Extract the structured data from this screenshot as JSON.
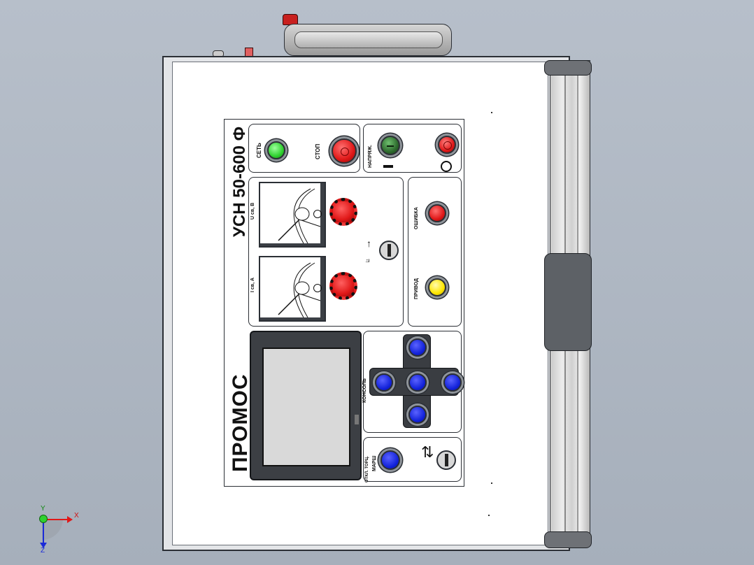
{
  "device": {
    "model_title": "УСН 50-600 Ф",
    "brand": "ПРОМОС",
    "labels": {
      "power": "СЕТЬ",
      "stop": "СТОП",
      "voltage": "НАПРЯЖ.",
      "u_meter": "U св, В",
      "i_meter": "I св, А",
      "error": "ОШИБКА",
      "drive": "ПРИВОД",
      "console": "КОНСОЛЬ",
      "march": "МАРШ",
      "march_top": "ОТКЛ. ТОРЦ."
    },
    "colors": {
      "green": "#2fd12f",
      "red": "#e01818",
      "yellow": "#ffe600",
      "blue": "#1020d8",
      "dark_green": "#2e6b2e"
    }
  },
  "axes": {
    "x_label": "X",
    "y_label": "Y",
    "z_label": "Z"
  }
}
